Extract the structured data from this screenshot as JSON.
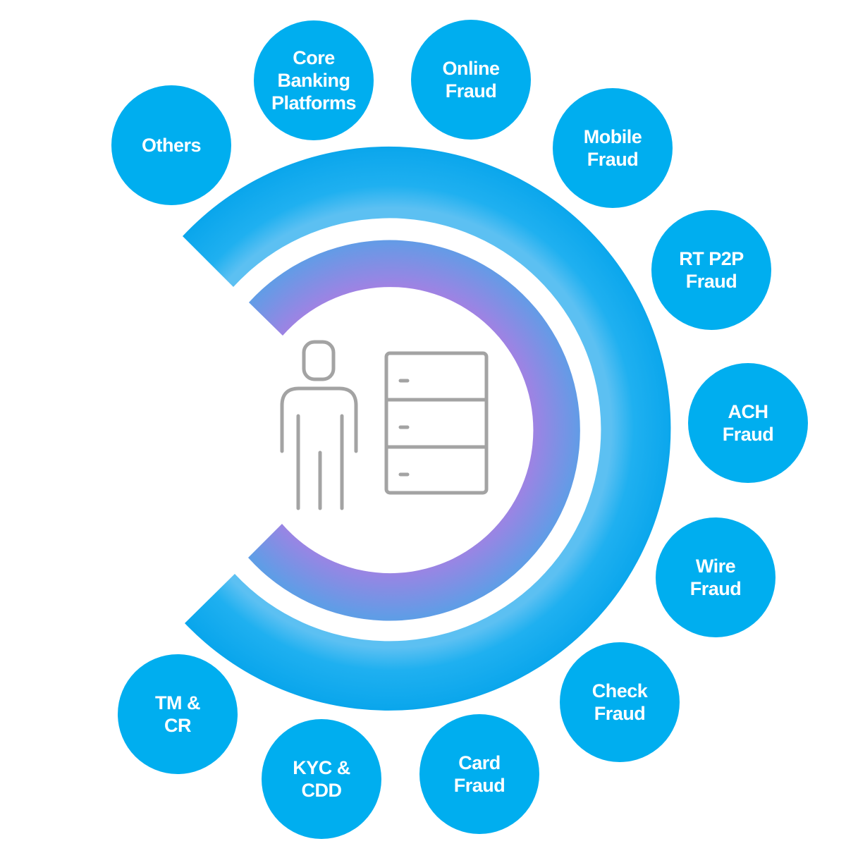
{
  "colors": {
    "node_fill": "#00aeef",
    "outer_arc": "#0aa6ec",
    "outer_arc_light": "#5cc0f2",
    "inner_arc_blue": "#5f9de6",
    "inner_arc_purple": "#a082e3",
    "icon_stroke": "#a3a3a3",
    "label_text": "#ffffff"
  },
  "center_icons": [
    "person-icon",
    "server-rack-icon"
  ],
  "nodes": [
    {
      "id": "others",
      "label": "Others"
    },
    {
      "id": "core",
      "label": "Core\nBanking\nPlatforms"
    },
    {
      "id": "online",
      "label": "Online\nFraud"
    },
    {
      "id": "mobile",
      "label": "Mobile\nFraud"
    },
    {
      "id": "rtp2p",
      "label": "RT P2P\nFraud"
    },
    {
      "id": "ach",
      "label": "ACH\nFraud"
    },
    {
      "id": "wire",
      "label": "Wire\nFraud"
    },
    {
      "id": "check",
      "label": "Check\nFraud"
    },
    {
      "id": "card",
      "label": "Card\nFraud"
    },
    {
      "id": "kyc",
      "label": "KYC &\nCDD"
    },
    {
      "id": "tmcr",
      "label": "TM &\nCR"
    }
  ]
}
